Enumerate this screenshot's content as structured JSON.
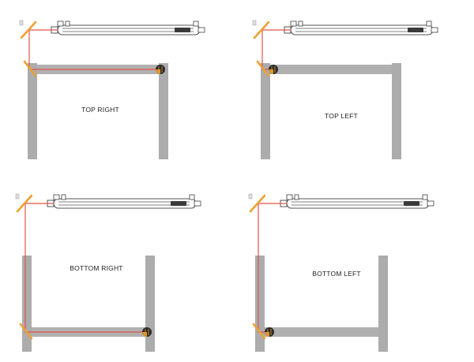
{
  "diagrams": [
    {
      "label": "TOP RIGHT",
      "frame": "top",
      "head_side": "right"
    },
    {
      "label": "TOP LEFT",
      "frame": "top",
      "head_side": "left"
    },
    {
      "label": "BOTTOM RIGHT",
      "frame": "bottom",
      "head_side": "right"
    },
    {
      "label": "BOTTOM LEFT",
      "frame": "bottom",
      "head_side": "left"
    }
  ],
  "colors": {
    "rail": "#acacac",
    "beam": "#e0534b",
    "mirror": "#f0a030",
    "tube_outline": "#555555",
    "tube_cap": "#3a3a3a",
    "head": "#2b2b2b",
    "head_accent": "#f0a030"
  }
}
